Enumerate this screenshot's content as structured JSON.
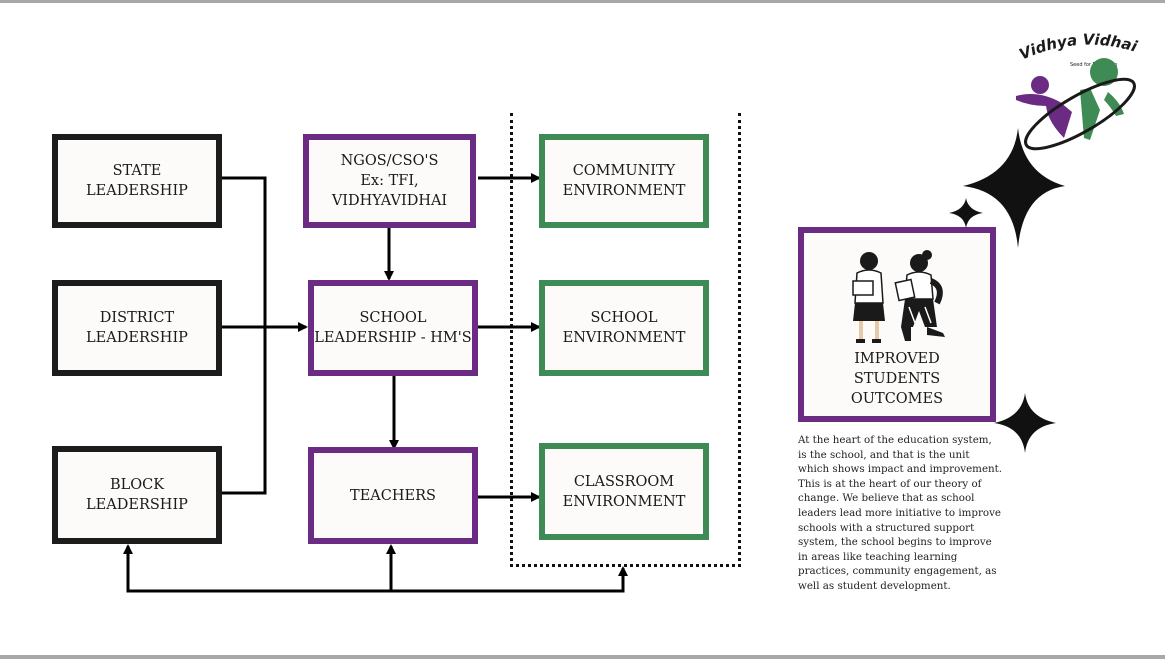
{
  "boxes": {
    "state": "STATE\nLEADERSHIP",
    "district": "DISTRICT\nLEADERSHIP",
    "block": "BLOCK\nLEADERSHIP",
    "ngo": "NGOS/CSO'S\nEx: TFI,\nVIDHYAVIDHAI",
    "school_leadership": "SCHOOL\nLEADERSHIP - HM'S",
    "teachers": "TEACHERS",
    "community_env": "COMMUNITY\nENVIRONMENT",
    "school_env": "SCHOOL\nENVIRONMENT",
    "classroom_env": "CLASSROOM\nENVIRONMENT"
  },
  "outcome": {
    "title": "IMPROVED\nSTUDENTS\nOUTCOMES"
  },
  "description": "At the heart of the education system, is the school, and that is the unit which shows impact and improvement. This is at the heart of our theory of change. We believe that as school leaders lead more initiative to improve schools with a structured support system, the school begins to improve in areas like teaching learning practices, community engagement, as well as student development.",
  "logo": {
    "name": "Vidhya Vidhai",
    "tagline": "Seed for Education"
  },
  "colors": {
    "purple": "#6b2b83",
    "green": "#3f8b55",
    "black": "#1c1c1c"
  }
}
